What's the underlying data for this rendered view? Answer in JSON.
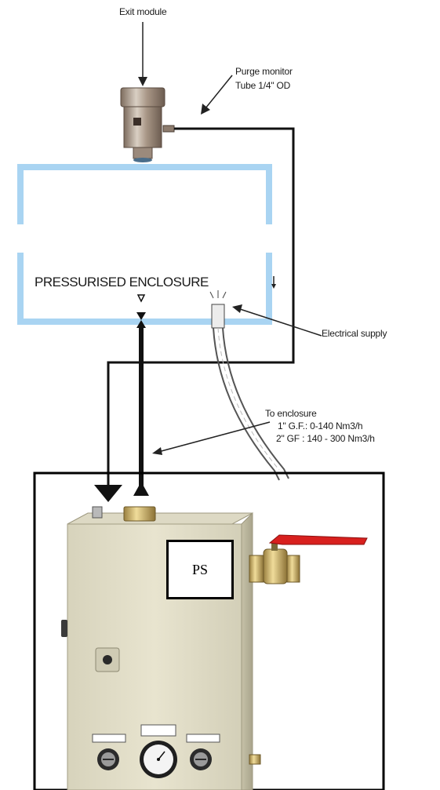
{
  "labels": {
    "exit_module": "Exit module",
    "purge_monitor_line1": "Purge monitor",
    "purge_monitor_line2": "Tube 1/4\" OD",
    "enclosure": "PRESSURISED ENCLOSURE",
    "electrical_supply": "Electrical supply",
    "to_enclosure_line1": "To enclosure",
    "to_enclosure_line2": "1\" G.F.: 0-140 Nm3/h",
    "to_enclosure_line3": "2\" GF : 140 - 300 Nm3/h",
    "ps": "PS"
  },
  "colors": {
    "enclosure_outline": "#a9d4f2",
    "cabinet_body": "#e6e2cc",
    "valve_handle": "#d8201e"
  },
  "icons": [
    "exit-module-device",
    "ball-valve",
    "pressure-gauge",
    "flow-indicator",
    "electrical-cable"
  ]
}
